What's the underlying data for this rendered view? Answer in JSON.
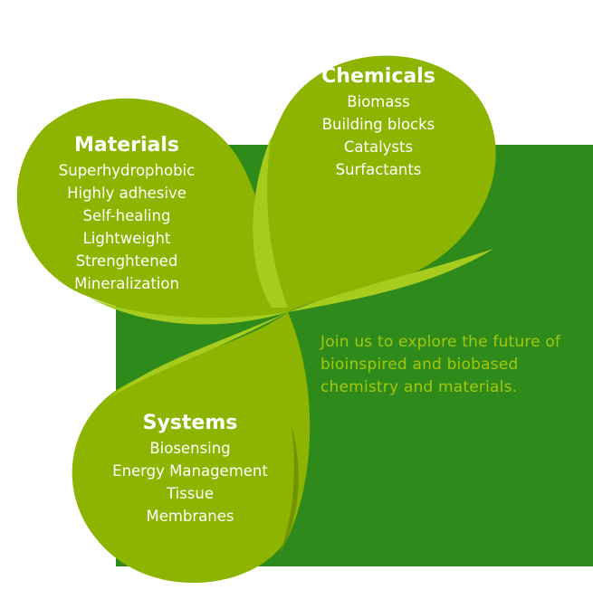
{
  "colors": {
    "petal": "#8cb400",
    "petal_highlight": "#a8cc1e",
    "petal_shadow": "#6f9400",
    "background_square": "#2f8a1c",
    "tagline": "#a3c80a",
    "label_text": "#ffffff"
  },
  "diagram": {
    "chemicals": {
      "heading": "Chemicals",
      "items": [
        "Biomass",
        "Building blocks",
        "Catalysts",
        "Surfactants"
      ]
    },
    "materials": {
      "heading": "Materials",
      "items": [
        "Superhydrophobic",
        "Highly adhesive",
        "Self-healing",
        "Lightweight",
        "Strenghtened",
        "Mineralization"
      ]
    },
    "systems": {
      "heading": "Systems",
      "items": [
        "Biosensing",
        "Energy Management",
        "Tissue",
        "Membranes"
      ]
    }
  },
  "tagline": "Join us to explore the future of bioinspired and biobased chemistry and materials."
}
